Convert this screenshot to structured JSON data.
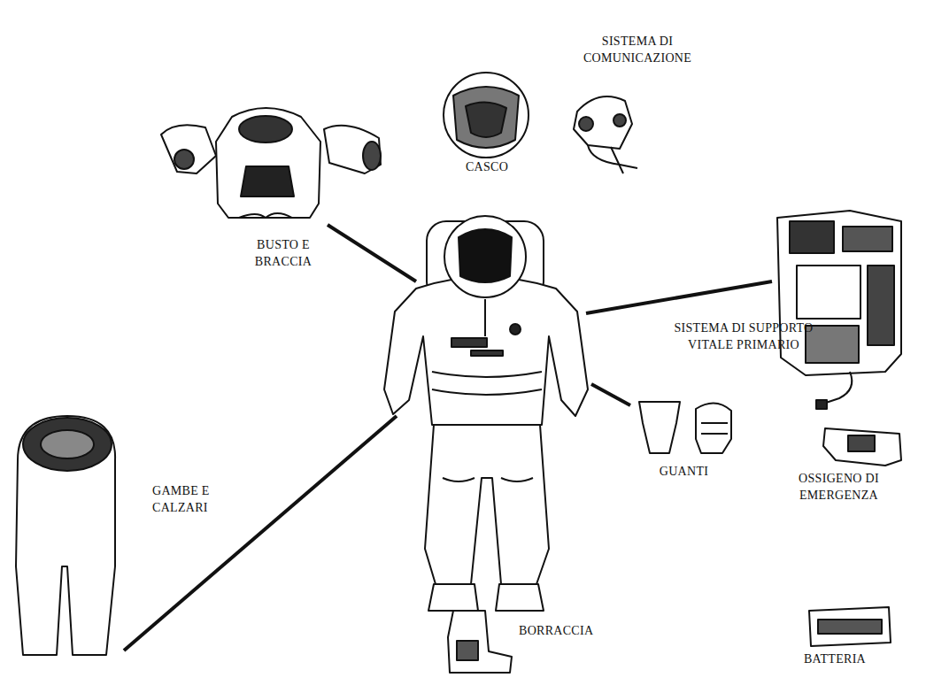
{
  "diagram": {
    "labels": [
      "SISTEMA DI COMUNICAZIONE",
      "CASCO",
      "BUSTO E BRACCIA",
      "SISTEMA DI SUPPORTO VITALE PRIMARIO",
      "GAMBE E CALZARI",
      "GUANTI",
      "OSSIGENO DI EMERGENZA",
      "BORRACCIA",
      "BATTERIA"
    ]
  }
}
